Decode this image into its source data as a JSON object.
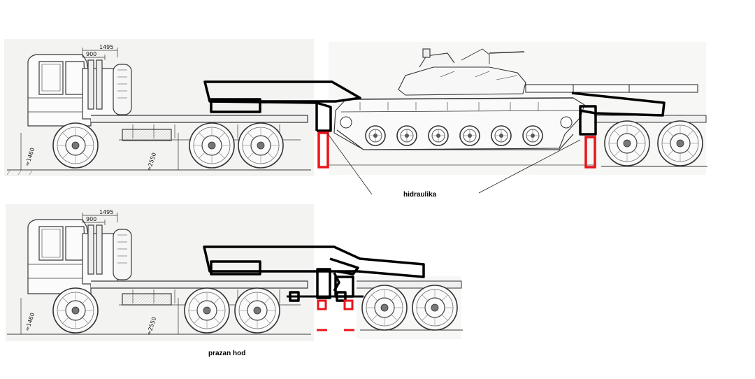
{
  "labels": {
    "hidraulika": "hidraulika",
    "prazan_hod": "prazan hod"
  },
  "dimensions": {
    "top_width_1": "1495",
    "top_width_2": "900",
    "bottom_width_1": "1495",
    "bottom_width_2": "900",
    "top_ground_clear": "≈1460",
    "top_height": "≈2550",
    "bottom_ground_clear": "≈1460",
    "bottom_height": "≈2550"
  },
  "colors": {
    "overlay": "#000000",
    "hydraulic": "#e8141a",
    "drawing": "#3a3a3a",
    "paper": "#f3f3f1"
  }
}
